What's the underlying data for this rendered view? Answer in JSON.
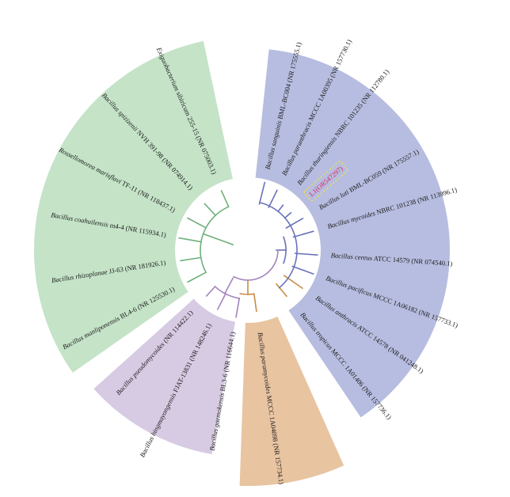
{
  "clades": [
    {
      "id": "blue",
      "color": "#b7bde0",
      "branch_color": "#6a72bb"
    },
    {
      "id": "orange",
      "color": "#e8c4a1",
      "branch_color": "#c98a45"
    },
    {
      "id": "purple",
      "color": "#d7cbe3",
      "branch_color": "#a284bd"
    },
    {
      "id": "green",
      "color": "#c4e3c7",
      "branch_color": "#6fb07c"
    }
  ],
  "leaves": [
    {
      "italic": "Bacillus sanguinis",
      "rest": " BML-BC004 (NR 175555.1)",
      "clade": "blue"
    },
    {
      "italic": "Bacillus paranthracis",
      "rest": " MCCC 1A00395 (NR 157730.1)",
      "clade": "blue"
    },
    {
      "italic": "Bacillus thuringiensis",
      "rest": " NBRC 101235 (NR 112780.1)",
      "clade": "blue"
    },
    {
      "italic": "",
      "rest": "L1(OR547297)",
      "clade": "blue",
      "highlight": true
    },
    {
      "italic": "Bacillus luti",
      "rest": " BML-BC059 (NR 175557.1)",
      "clade": "blue"
    },
    {
      "italic": "Bacillus mycoides",
      "rest": " NBRC 101238 (NR 113996.1)",
      "clade": "blue"
    },
    {
      "italic": "Bacillus cereus",
      "rest": " ATCC 14579 (NR 074540.1)",
      "clade": "blue"
    },
    {
      "italic": "Bacillus pacificus",
      "rest": " MCCC 1A06182 (NR 157733.1)",
      "clade": "blue"
    },
    {
      "italic": "Bacillus anthracis",
      "rest": " ATCC 14578 (NR 041248.1)",
      "clade": "orange"
    },
    {
      "italic": "Bacillus tropicus",
      "rest": " MCCC 1A01406 (NR 157736.1)",
      "clade": "orange"
    },
    {
      "italic": "Bacillus paramycoides",
      "rest": " MCCC 1A04098 (NR 157734.1)",
      "clade": "orange"
    },
    {
      "italic": "Bacillus gaemokensis",
      "rest": " BL3-6 (NR 116644.1)",
      "clade": "purple"
    },
    {
      "italic": "Bacillus bingmayongensis",
      "rest": " FJAT-13831 (NR 148246.1)",
      "clade": "purple"
    },
    {
      "italic": "Bacillus pseudomycoides",
      "rest": " (NR 114422.1)",
      "clade": "purple"
    },
    {
      "italic": "Bacillus manliponensis",
      "rest": " BL4-6 (NR 125530.1)",
      "clade": "green"
    },
    {
      "italic": "Bacillus rhizoplanae",
      "rest": " JJ-63 (NR 181926.1)",
      "clade": "green"
    },
    {
      "italic": "Bacillus coahuilensis",
      "rest": " m4-4 (NR 115934.1)",
      "clade": "green"
    },
    {
      "italic": "Rossellomorea marisflavi",
      "rest": " TF-11 (NR 118437.1)",
      "clade": "green"
    },
    {
      "italic": "Bacillus spizizenii",
      "rest": " NVH 391-98 (NR 074914.1)",
      "clade": "green"
    },
    {
      "italic": "Exiguobacterium",
      "rest": " sibiricum 255-15 (NR 075003.1)",
      "clade": "green"
    }
  ]
}
